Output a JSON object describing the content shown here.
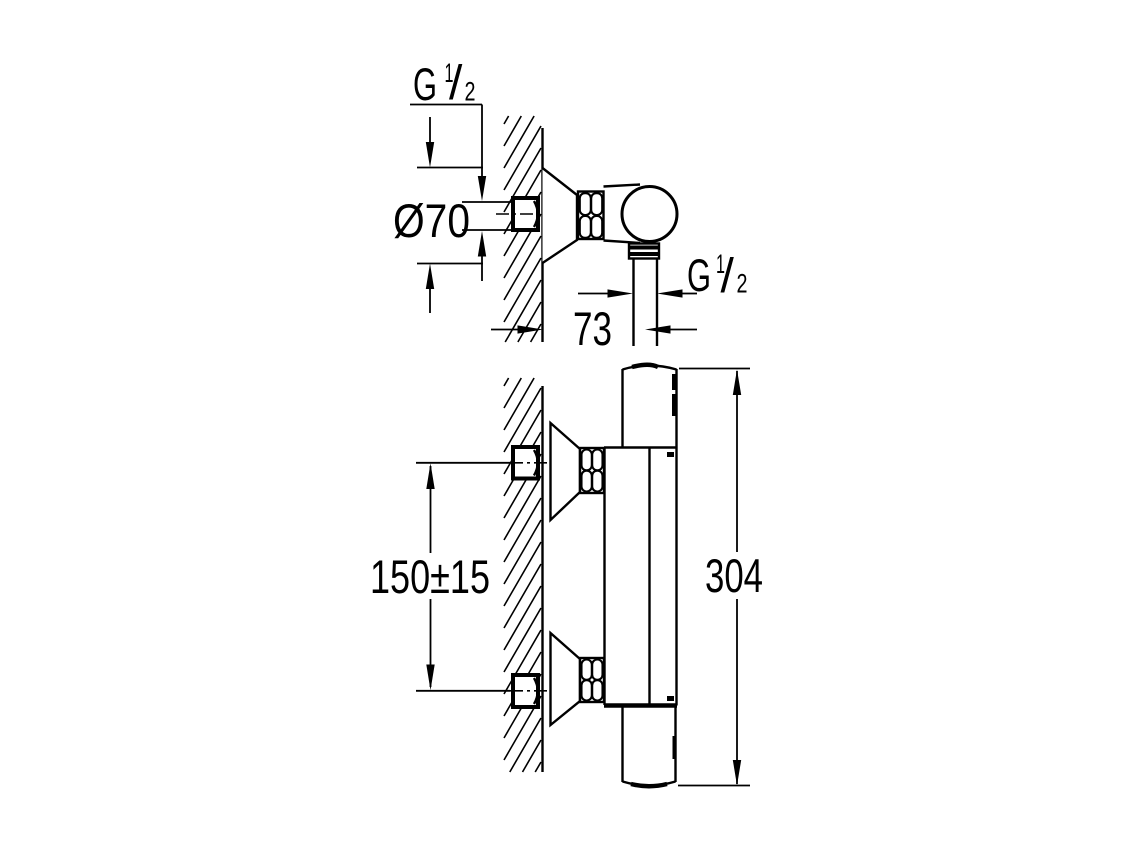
{
  "page": {
    "background_color": "#ffffff",
    "line_color": "#000000"
  },
  "drawing": {
    "side_view": {
      "inlet_thread": {
        "letter": "G",
        "numerator": "1",
        "slash": "/",
        "denominator": "2"
      },
      "escutcheon_diameter": "Ø70",
      "outlet_thread": {
        "letter": "G",
        "numerator": "1",
        "slash": "/",
        "denominator": "2"
      },
      "wall_to_outlet": "73"
    },
    "front_view": {
      "connection_spacing": "150±15",
      "overall_length": "304"
    }
  }
}
